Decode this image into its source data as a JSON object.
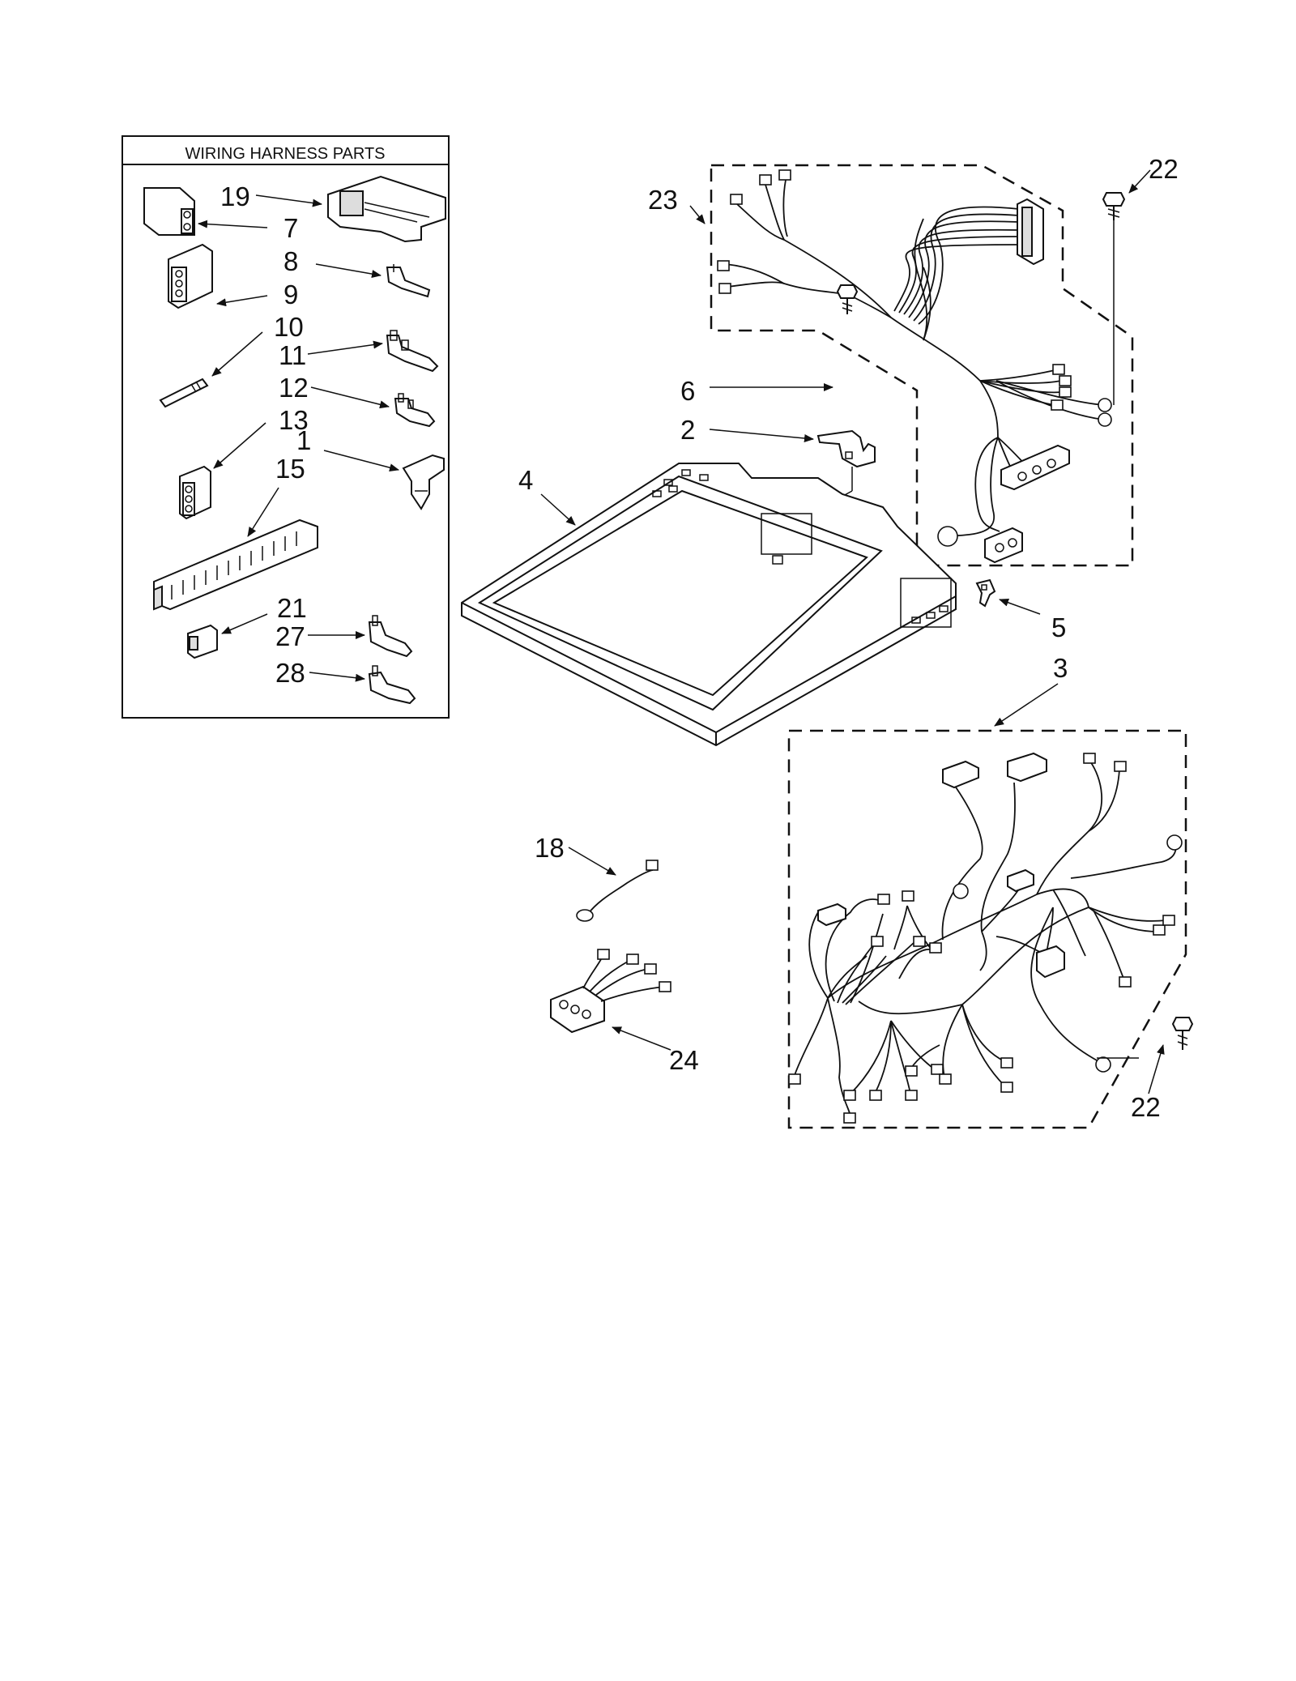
{
  "inset": {
    "title": "WIRING HARNESS PARTS"
  },
  "callouts": {
    "c19": "19",
    "c7": "7",
    "c8": "8",
    "c9": "9",
    "c10": "10",
    "c11": "11",
    "c12": "12",
    "c13": "13",
    "c1": "1",
    "c15": "15",
    "c21": "21",
    "c27": "27",
    "c28": "28",
    "c23": "23",
    "c22_top": "22",
    "c6": "6",
    "c2": "2",
    "c4": "4",
    "c5": "5",
    "c3": "3",
    "c18": "18",
    "c24": "24",
    "c22_bottom": "22"
  }
}
